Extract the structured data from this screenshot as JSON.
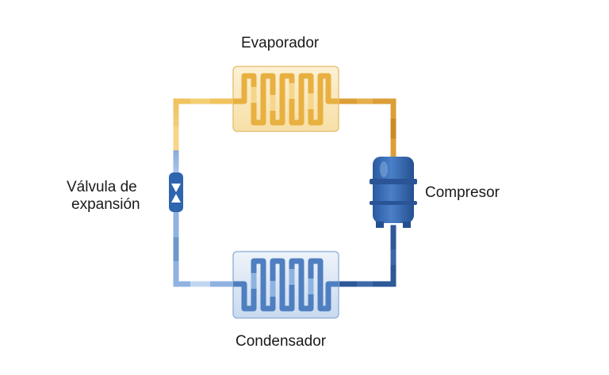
{
  "diagram": {
    "labels": {
      "evaporator": "Evaporador",
      "compressor": "Compresor",
      "valve_line1": "Válvula de",
      "valve_line2": "expansión",
      "condenser": "Condensador"
    },
    "colors": {
      "warm_pipe": "#E8B040",
      "warm_pipe_light": "#F3CF74",
      "warm_pipe_dark": "#D89A2C",
      "cool_pipe": "#4F7FC0",
      "cool_pipe_light": "#A9C6EA",
      "cool_pipe_dark": "#2F5A9C",
      "evaporator_box": "#FBE9C2",
      "condenser_box": "#DCE8F6",
      "compressor": "#2F64AE",
      "valve": "#2F64AE"
    }
  }
}
